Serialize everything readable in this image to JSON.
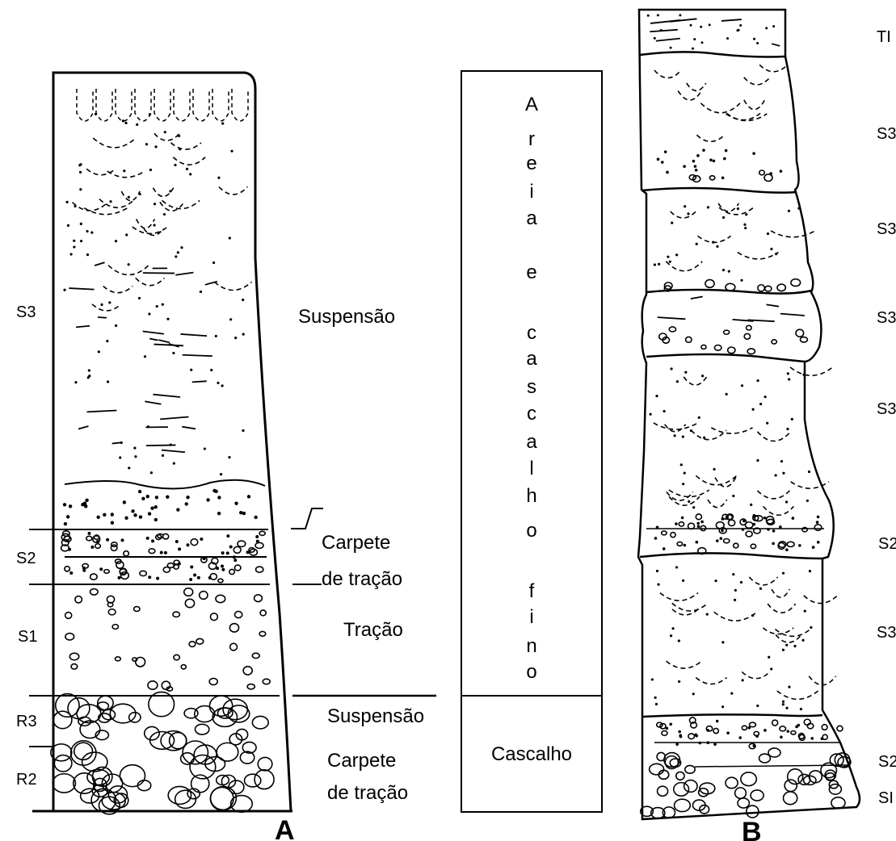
{
  "column_a": {
    "caption": "A",
    "left_labels": [
      "S3",
      "S2",
      "S1",
      "R3",
      "R2"
    ],
    "right_labels": {
      "suspensao_upper": "Suspensão",
      "carpete_upper_1": "Carpete",
      "carpete_upper_2": "de tração",
      "tracao": "Tração",
      "suspensao_lower": "Suspensão",
      "carpete_lower_1": "Carpete",
      "carpete_lower_2": "de tração"
    }
  },
  "legend_box": {
    "upper_letters": [
      "A",
      "r",
      "e",
      "i",
      "a",
      "e",
      "c",
      "a",
      "s",
      "c",
      "a",
      "l",
      "h",
      "o",
      "f",
      "i",
      "n",
      "o"
    ],
    "lower": "Cascalho"
  },
  "column_b": {
    "caption": "B",
    "right_labels": [
      "TI",
      "S3",
      "S3",
      "S3",
      "S3",
      "S2",
      "S3",
      "S2",
      "SI"
    ]
  }
}
